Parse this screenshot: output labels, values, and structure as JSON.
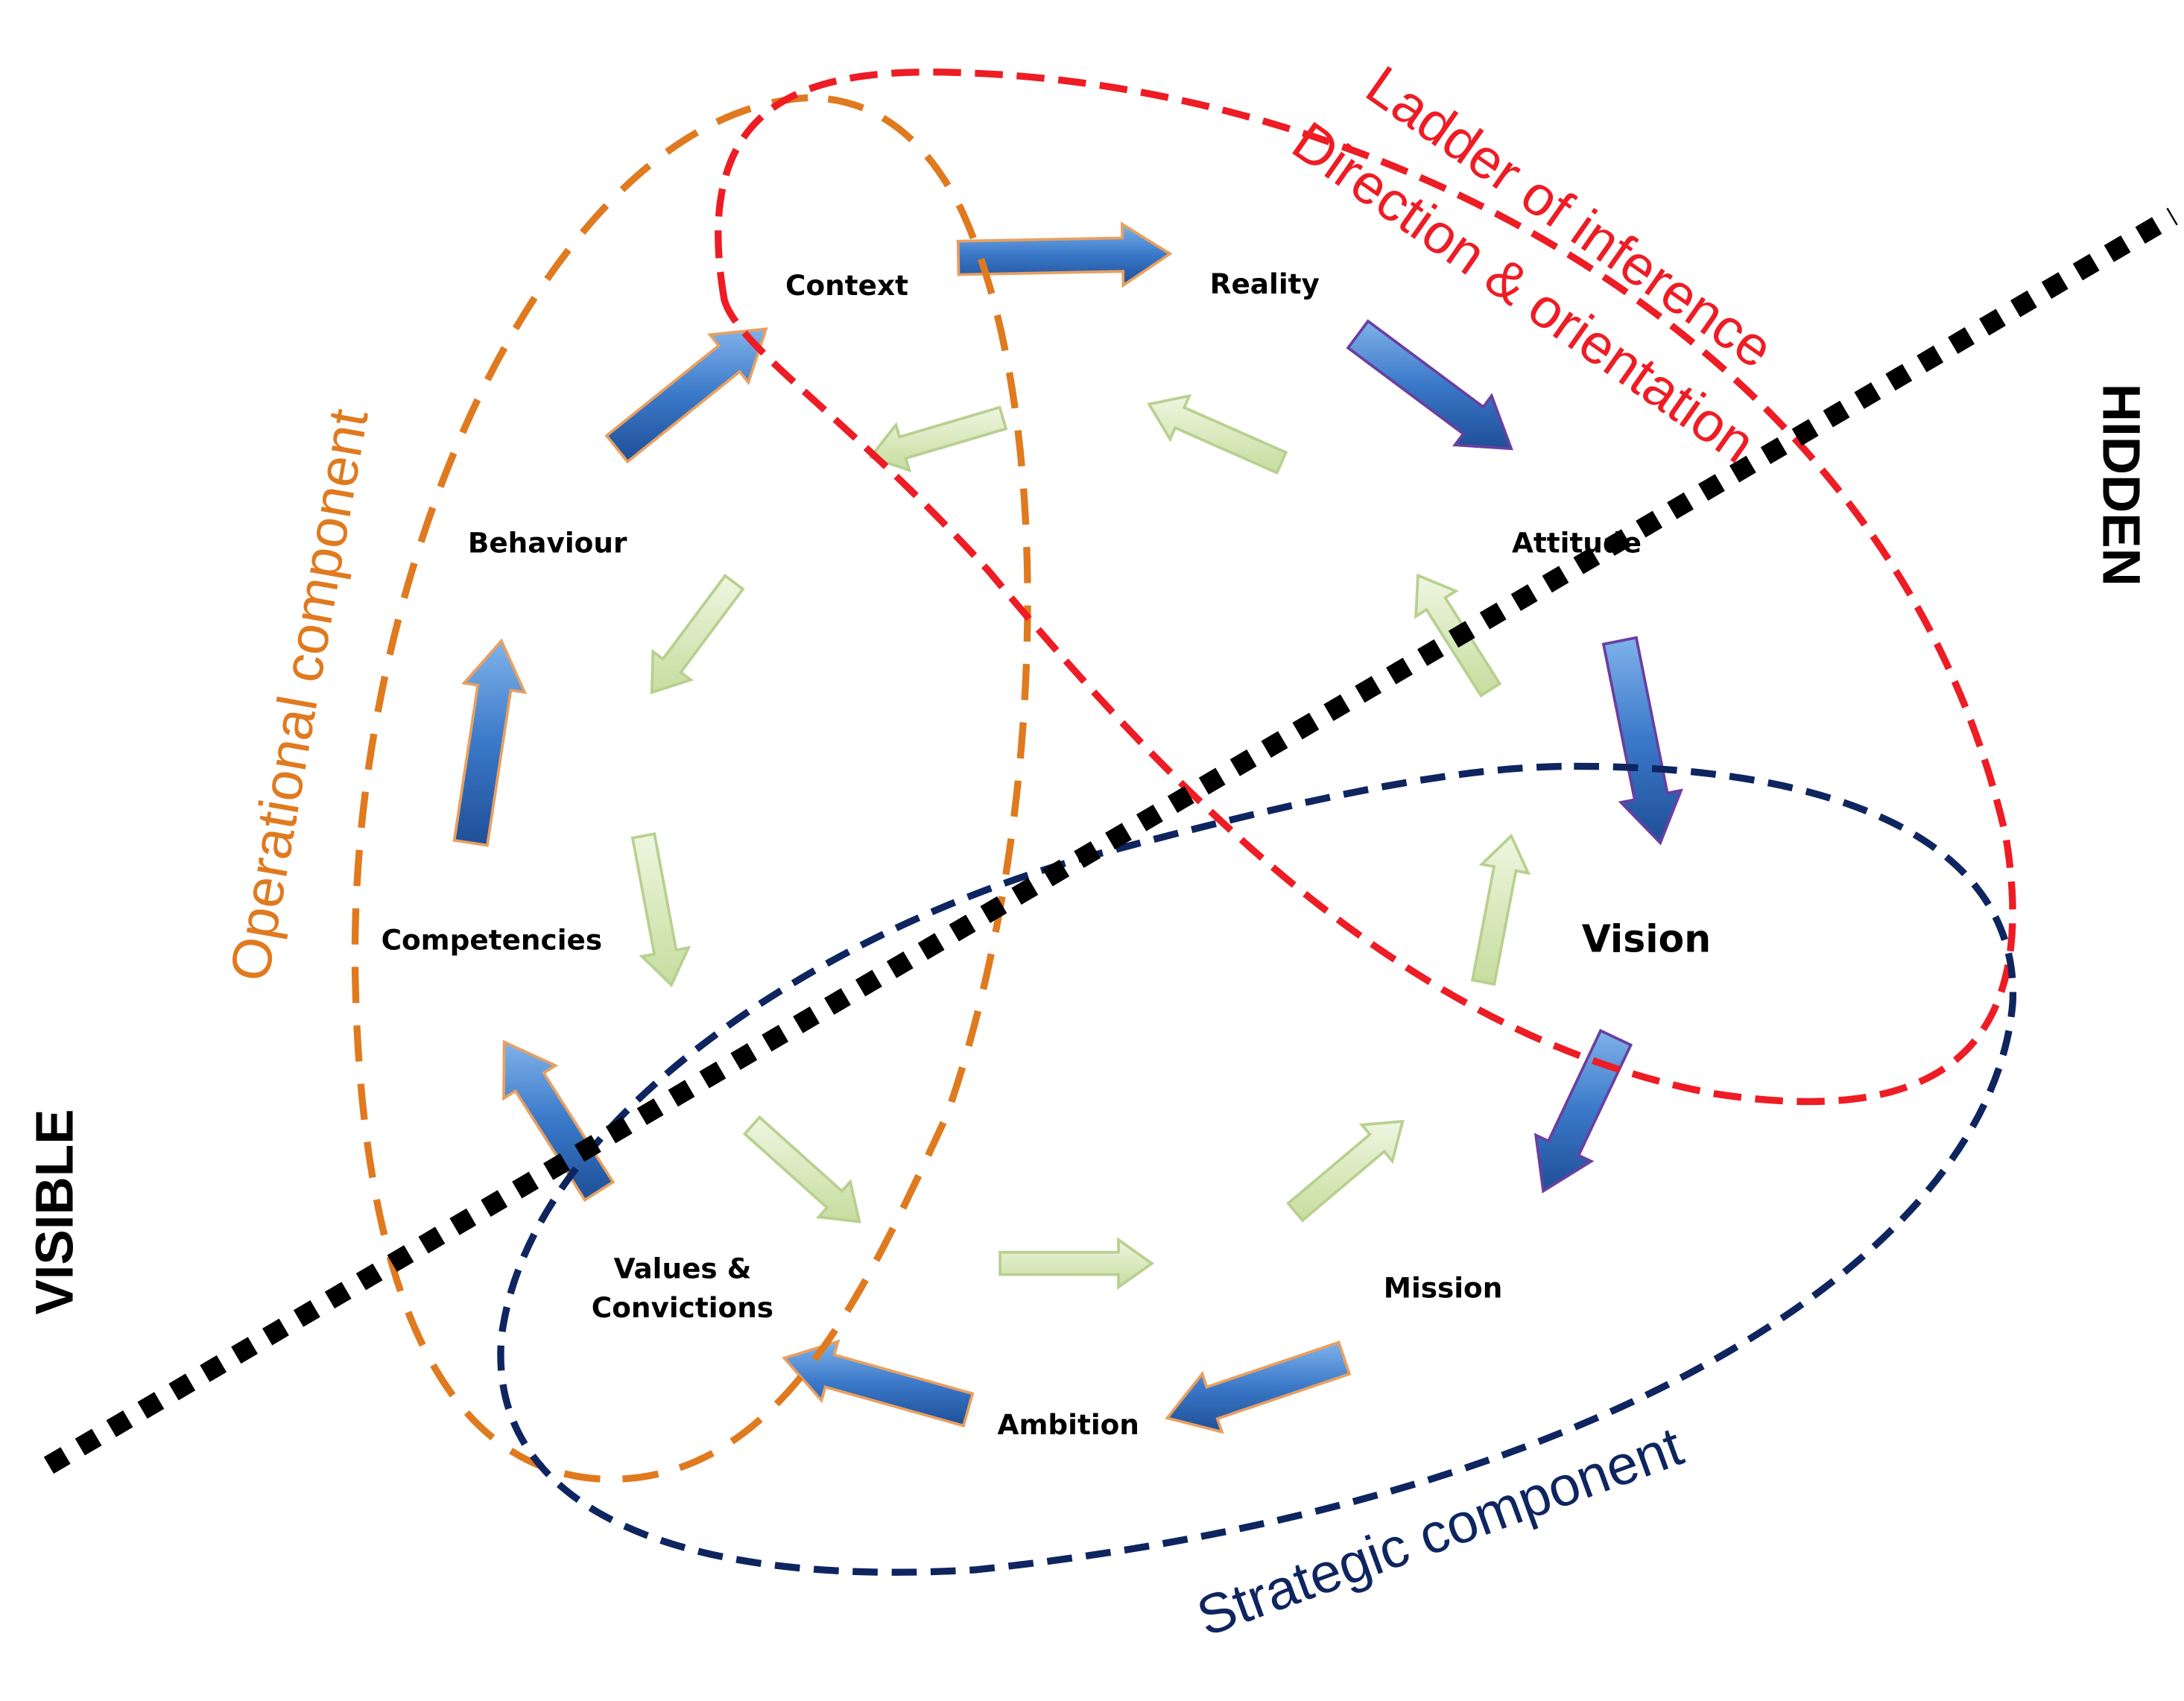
{
  "nodes": {
    "context": "Context",
    "reality": "Reality",
    "attitude": "Attitude",
    "vision": "Vision",
    "mission": "Mission",
    "ambition": "Ambition",
    "values_line1": "Values &",
    "values_line2": "Convictions",
    "competencies": "Competencies",
    "behaviour": "Behaviour"
  },
  "components": {
    "ladder": "Ladder of inference",
    "direction": "Direction & orientation",
    "operational": "Operational component",
    "strategic": "Strategic component"
  },
  "sides": {
    "hidden": "HIDDEN",
    "visible": "VISIBLE"
  },
  "colors": {
    "ladder_red": "#ee1c24",
    "operational_orange": "#e07a1f",
    "strategic_navy": "#0f2560",
    "divider_black": "#000000",
    "outer_arrow_blue": "#3a78c8",
    "inner_arrow_green": "#d5e7b5"
  }
}
